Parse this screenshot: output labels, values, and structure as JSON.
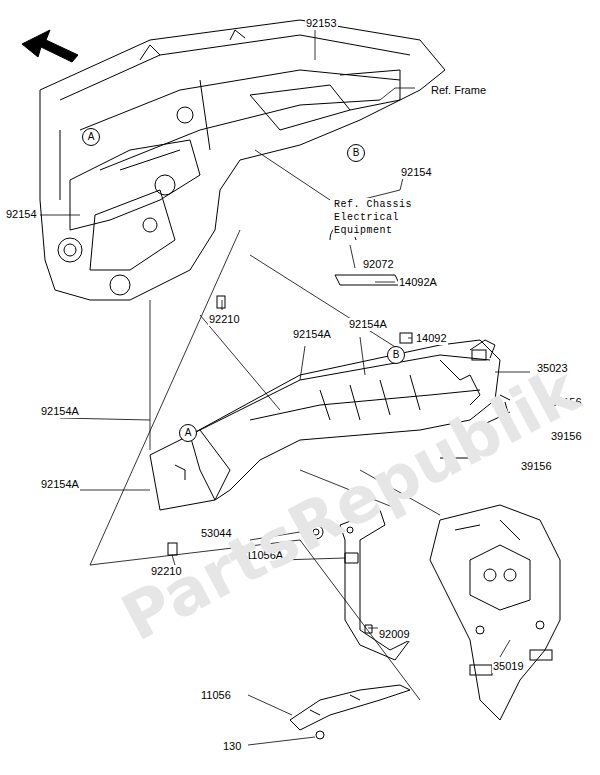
{
  "diagram": {
    "nodes": [
      {
        "text": [
          "A"
        ]
      },
      {
        "text": [
          "B"
        ]
      },
      {
        "text": [
          "B"
        ]
      },
      {
        "text": [
          "A"
        ]
      }
    ],
    "labels": [
      "92153",
      "Ref. Frame",
      "92154",
      "Ref. Chassis Electrical Equipment",
      "92154",
      "92072",
      "14092A",
      "92210",
      "92154A",
      "92154A",
      "14092",
      "35023",
      "39156",
      "92154A",
      "39156",
      "39156",
      "92154A",
      "53044",
      "92210",
      "11056A",
      "92009",
      "11056",
      "35019",
      "130",
      "PartsRepublik"
    ]
  }
}
